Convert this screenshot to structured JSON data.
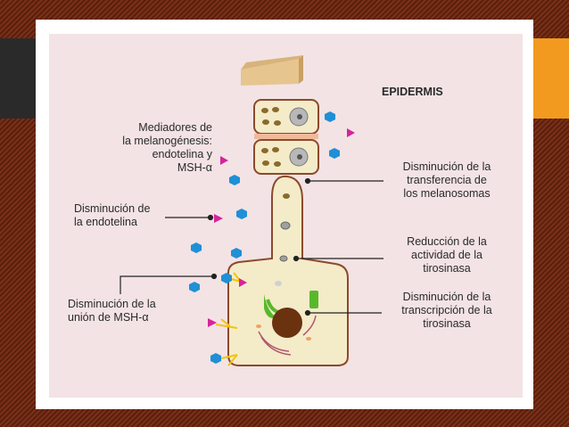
{
  "title": "EPIDERMIS",
  "labels": {
    "mediators": [
      "Mediadores de",
      "la melanogénesis:",
      "endotelina y",
      "MSH-α"
    ],
    "endothelin_decrease": [
      "Disminución de",
      "la endotelina"
    ],
    "msh_binding_decrease": [
      "Disminución de la",
      "unión de MSH-α"
    ],
    "melanosome_transfer": [
      "Disminución de la",
      "transferencia de",
      "los melanosomas"
    ],
    "tyrosinase_activity": [
      "Reducción de la",
      "actividad de la",
      "tirosinasa"
    ],
    "tyrosinase_transcription": [
      "Disminución de la",
      "transcripción de la",
      "tirosinasa"
    ]
  },
  "colors": {
    "background_stripes": "#6e2a14",
    "accent_orange": "#f29a1f",
    "accent_dark": "#2a2a2a",
    "panel": "#f3e3e5",
    "cell_fill": "#f4ebc9",
    "cell_border": "#8b4a2c",
    "hexagon": "#1f8fd6",
    "triangle": "#d6249b",
    "nucleus": "#6b3210",
    "golgi": "#58b82c",
    "tissue": "#e6c58f"
  }
}
